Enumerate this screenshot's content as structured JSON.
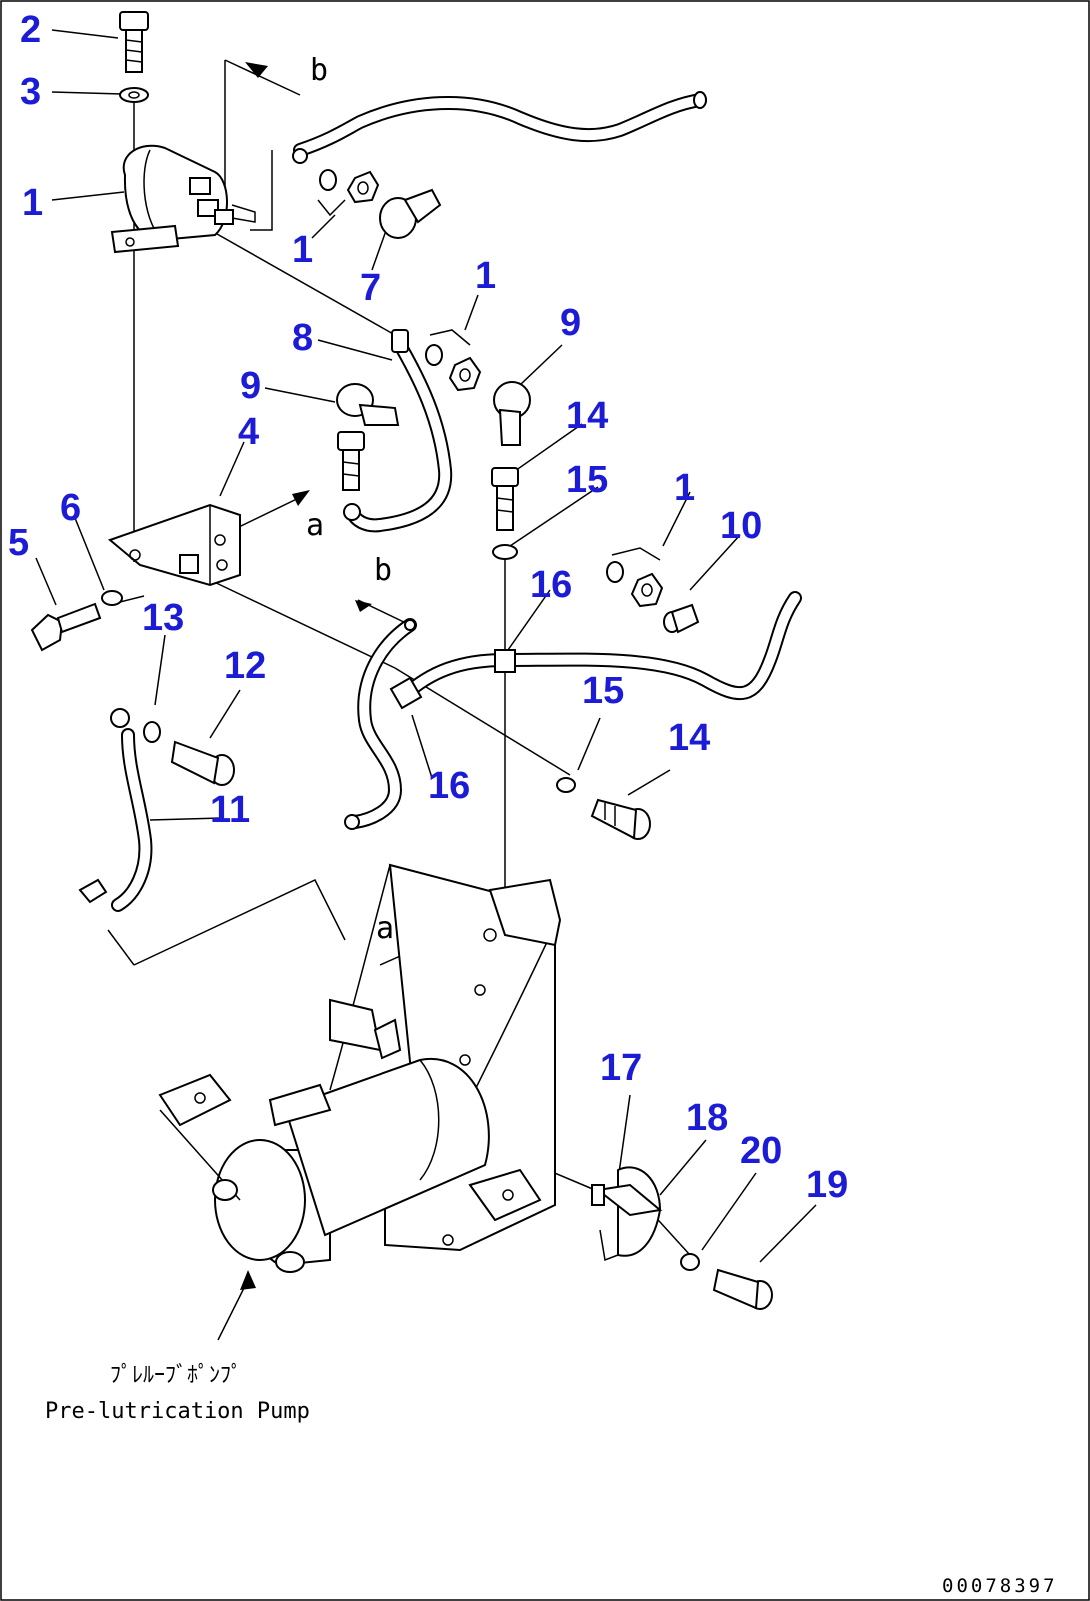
{
  "callouts": {
    "c2": "2",
    "c3": "3",
    "c1a": "1",
    "c1b": "1",
    "c7": "7",
    "c1c": "1",
    "c9a": "9",
    "c8": "8",
    "c9b": "9",
    "c14a": "14",
    "c4": "4",
    "c15a": "15",
    "c1d": "1",
    "c10": "10",
    "c6": "6",
    "c5": "5",
    "c16a": "16",
    "c13": "13",
    "c12": "12",
    "c15b": "15",
    "c14b": "14",
    "c11": "11",
    "c16b": "16",
    "c17": "17",
    "c18": "18",
    "c20": "20",
    "c19": "19"
  },
  "view_letters": {
    "b_top": "b",
    "a_mid": "a",
    "b_mid": "b",
    "a_lower": "a"
  },
  "caption": {
    "japanese": "ﾌﾟﾚﾙｰﾌﾞﾎﾟﾝﾌﾟ",
    "english": "Pre-lutrication Pump"
  },
  "document_number": "00078397",
  "colors": {
    "callout": "#1c1cd6",
    "line": "#000000",
    "background": "#ffffff"
  }
}
